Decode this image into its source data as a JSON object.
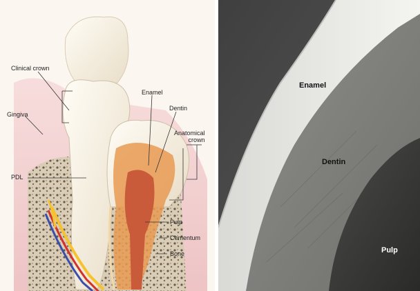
{
  "left_panel": {
    "labels": {
      "clinical_crown": "Clinical crown",
      "gingiva": "Gingiva",
      "pdl": "PDL",
      "enamel": "Enamel",
      "dentin": "Dentin",
      "anatomical_crown": "Anatomical\ncrown",
      "pulp": "Pulp",
      "cementum": "Cementum",
      "bone": "Bone"
    }
  },
  "right_panel": {
    "labels": {
      "enamel": "Enamel",
      "dentin": "Dentin",
      "pulp": "Pulp"
    }
  }
}
